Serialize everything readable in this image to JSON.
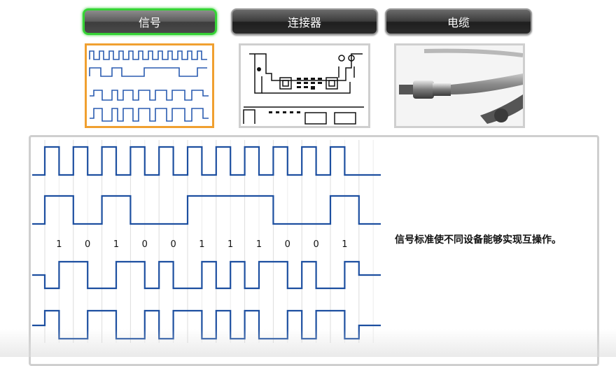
{
  "tabs": [
    {
      "label": "信号",
      "active": true
    },
    {
      "label": "连接器",
      "active": false
    },
    {
      "label": "电缆",
      "active": false
    }
  ],
  "bits": [
    "1",
    "0",
    "1",
    "0",
    "0",
    "1",
    "1",
    "1",
    "0",
    "0",
    "1"
  ],
  "caption": "信号标准使不同设备能够实现互操作。",
  "colors": {
    "signal": "#1d4fa0",
    "active_tab_border": "#35d335",
    "active_thumb_border": "#f0a030"
  }
}
